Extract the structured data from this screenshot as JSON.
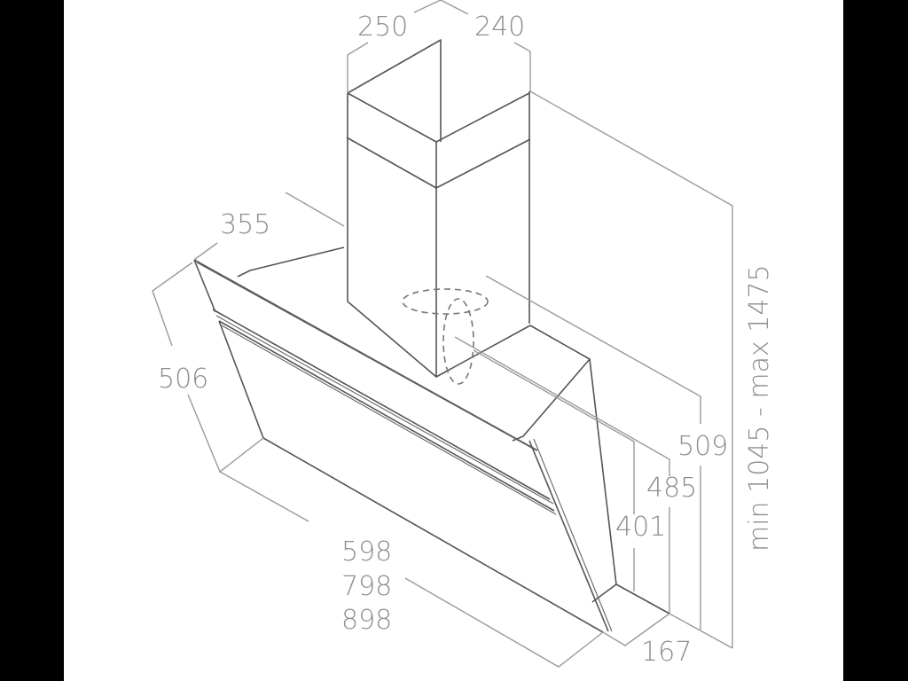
{
  "drawing": {
    "subject": "angled chimney cooker hood — dimensional line drawing",
    "units": "mm",
    "colors": {
      "background": "#ffffff",
      "frame": "#000000",
      "line": "#555555",
      "dimension_text": "#8e8e8e"
    }
  },
  "dimensions": {
    "chimney_depth": "250",
    "chimney_width": "240",
    "top_depth": "355",
    "hood_height": "506",
    "widths": [
      "598",
      "798",
      "898"
    ],
    "base_depth": "167",
    "height_509": "509",
    "height_485": "485",
    "height_401": "401",
    "total_height": "min 1045 - max 1475"
  }
}
